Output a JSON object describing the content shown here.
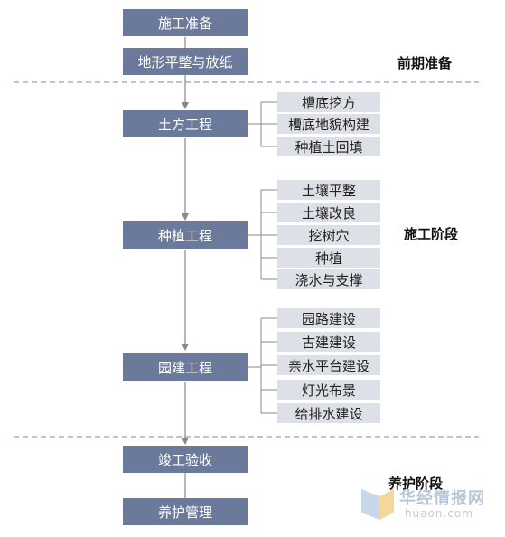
{
  "main_steps": [
    "施工准备",
    "地形平整与放纸",
    "土方工程",
    "种植工程",
    "园建工程",
    "竣工验收",
    "养护管理"
  ],
  "sub_steps": {
    "earthwork": [
      "槽底挖方",
      "槽底地貌构建",
      "种植土回填"
    ],
    "planting": [
      "土壤平整",
      "土壤改良",
      "挖树穴",
      "种植",
      "浇水与支撑"
    ],
    "landscape": [
      "园路建设",
      "古建建设",
      "亲水平台建设",
      "灯光布景",
      "给排水建设"
    ]
  },
  "phases": {
    "prep": "前期准备",
    "construction": "施工阶段",
    "maintenance": "养护阶段"
  },
  "watermark": {
    "brand": "华经情报网",
    "url": "huaon.com"
  },
  "colors": {
    "main_box": "#6b7a9a",
    "sub_box": "#dde0e6",
    "connector": "#888888",
    "divider": "#7f8aa0"
  }
}
